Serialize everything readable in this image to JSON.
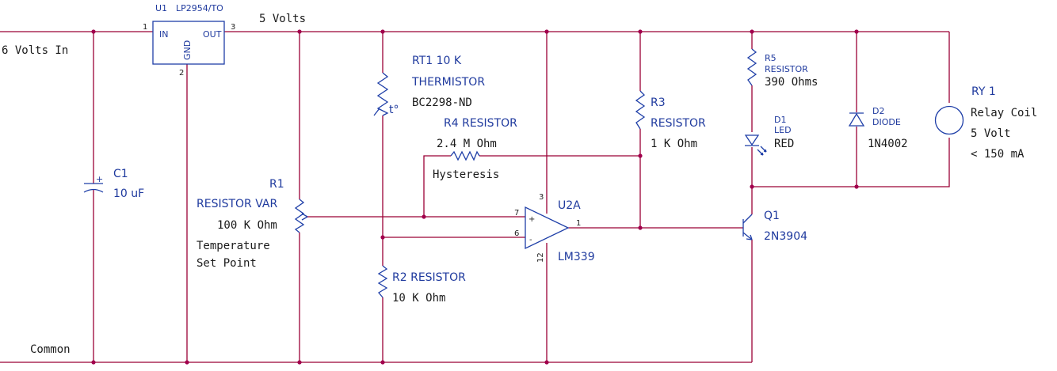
{
  "labels": {
    "vin": "6 Volts In",
    "v5": "5 Volts",
    "common": "Common",
    "u1_ref": "U1",
    "u1_part": "LP2954/TO",
    "u1_in": "IN",
    "u1_out": "OUT",
    "u1_gnd": "GND",
    "u1_pin1": "1",
    "u1_pin2": "2",
    "u1_pin3": "3",
    "c1_ref": "C1",
    "c1_val": "10 uF",
    "r1_ref": "R1",
    "r1_type": "RESISTOR VAR",
    "r1_val": "100 K Ohm",
    "r1_note1": "Temperature",
    "r1_note2": "Set Point",
    "rt1_ref": "RT1 10 K",
    "rt1_type": "THERMISTOR",
    "rt1_part": "BC2298-ND",
    "rt1_symbol": "t°",
    "r4_ref": "R4 RESISTOR",
    "r4_val": "2.4 M Ohm",
    "r4_note": "Hysteresis",
    "r2_ref": "R2 RESISTOR",
    "r2_val": "10 K Ohm",
    "r3_ref": "R3",
    "r3_type": "RESISTOR",
    "r3_val": "1 K Ohm",
    "u2_ref": "U2A",
    "u2_part": "LM339",
    "u2_pin7": "7",
    "u2_pin6": "6",
    "u2_pin3": "3",
    "u2_pin1": "1",
    "u2_pin12": "12",
    "u2_plus": "+",
    "u2_minus": "-",
    "r5_ref": "R5",
    "r5_type": "RESISTOR",
    "r5_val": "390 Ohms",
    "d1_ref": "D1",
    "d1_type": "LED",
    "d1_val": "RED",
    "d2_ref": "D2",
    "d2_type": "DIODE",
    "d2_val": "1N4002",
    "q1_ref": "Q1",
    "q1_part": "2N3904",
    "ry1_ref": "RY 1",
    "ry1_type": "Relay Coil",
    "ry1_volt": "5 Volt",
    "ry1_curr": "< 150 mA"
  },
  "colors": {
    "wire": "#9b0035",
    "component": "#1f3fa8",
    "junction": "#a1004d",
    "label": "#1f3a9e"
  }
}
